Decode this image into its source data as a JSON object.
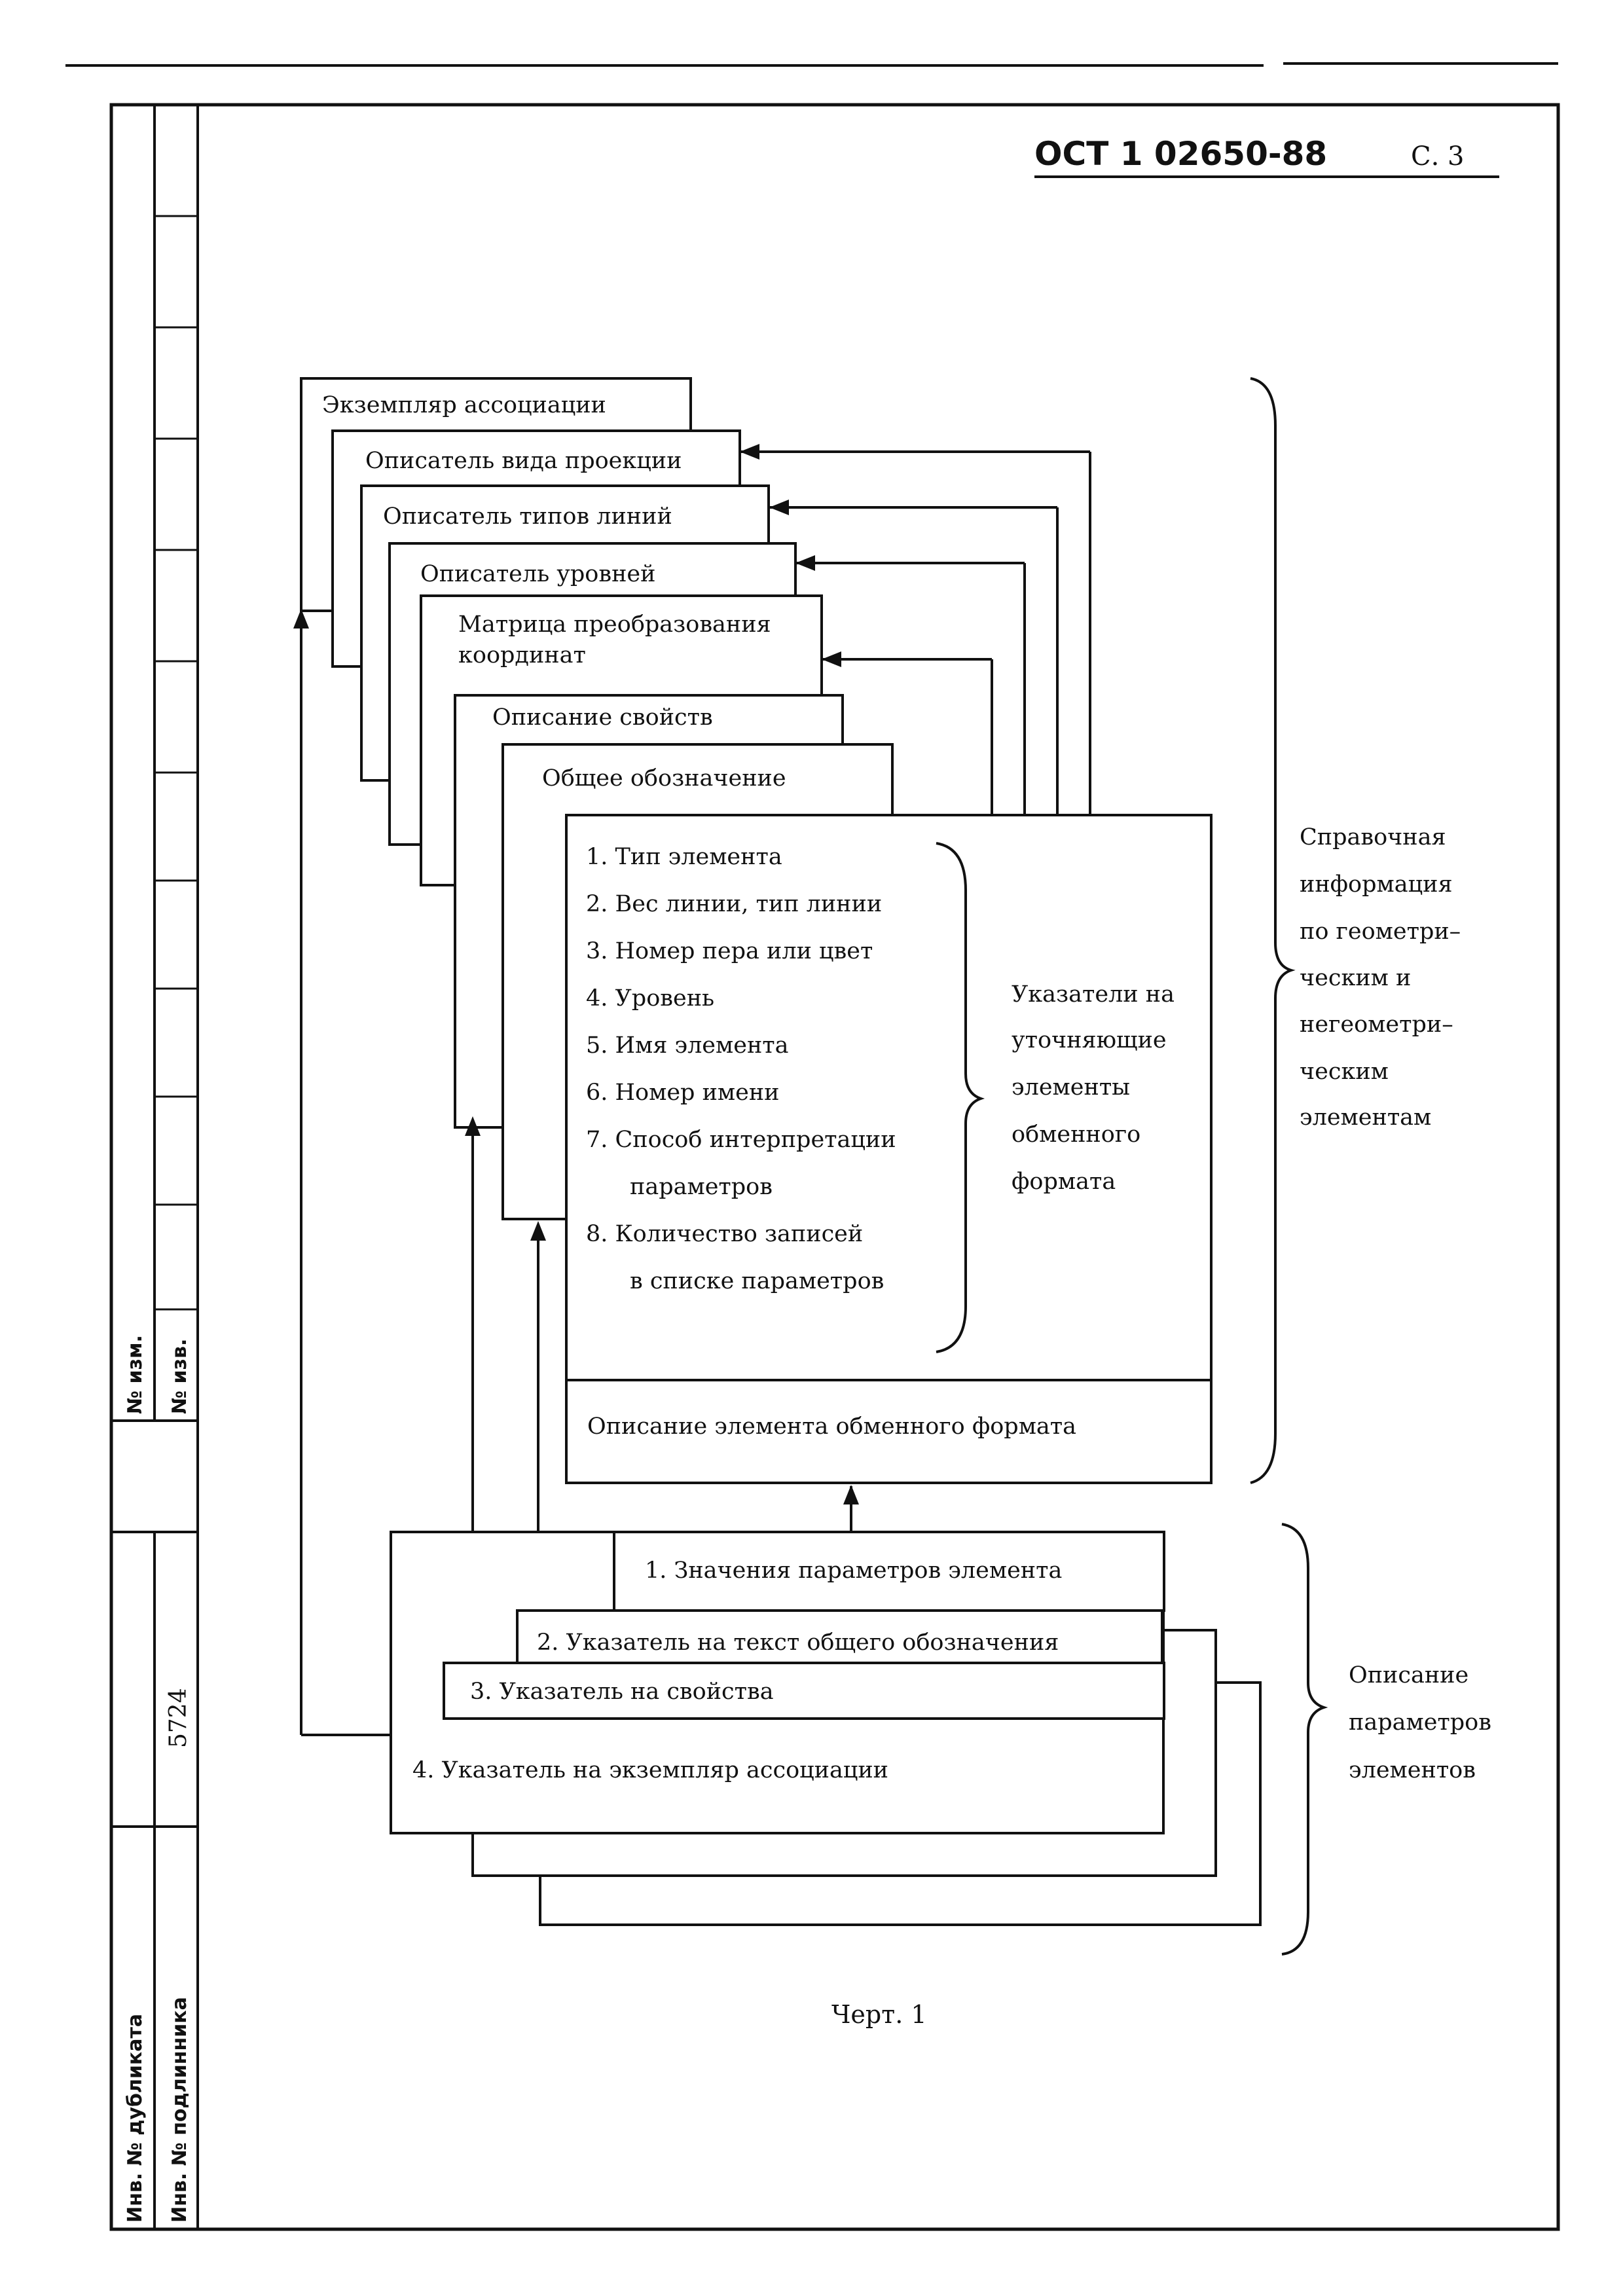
{
  "header": {
    "doc_code": "ОСТ 1 02650-88",
    "page": "С. 3"
  },
  "side_stamp": {
    "change_no": "№ изм.",
    "sheet_no": "№ изв.",
    "dup_inv": "Инв. № дубликата",
    "orig_inv": "Инв. № подлинника",
    "number": "5724"
  },
  "diagram": {
    "stack": [
      {
        "label": "Экземпляр ассоциации"
      },
      {
        "label": "Описатель вида проекции"
      },
      {
        "label": "Описатель типов линий"
      },
      {
        "label": "Описатель уровней"
      },
      {
        "label": "Матрица преобразования",
        "label2": "координат"
      },
      {
        "label": "Описание свойств"
      },
      {
        "label": "Общее обозначение"
      }
    ],
    "main_items": [
      "1. Тип элемента",
      "2. Вес линии, тип линии",
      "3. Номер пера или цвет",
      "4. Уровень",
      "5. Имя элемента",
      "6. Номер имени",
      "7. Способ интерпретации",
      "параметров",
      "8. Количество записей",
      "в списке параметров"
    ],
    "pointers_label": [
      "Указатели на",
      "уточняющие",
      "элементы",
      "обменного",
      "формата"
    ],
    "main_footer": "Описание элемента обменного формата",
    "params": [
      "1. Значения параметров элемента",
      "2. Указатель на текст общего обозначения",
      "3. Указатель на свойства",
      "4. Указатель на экземпляр ассоциации"
    ],
    "ref_info": [
      "Справочная",
      "информация",
      "по геометри–",
      "ческим и",
      "негеометри–",
      "ческим",
      "элементам"
    ],
    "param_desc": [
      "Описание",
      "параметров",
      "элементов"
    ]
  },
  "caption": "Черт. 1"
}
